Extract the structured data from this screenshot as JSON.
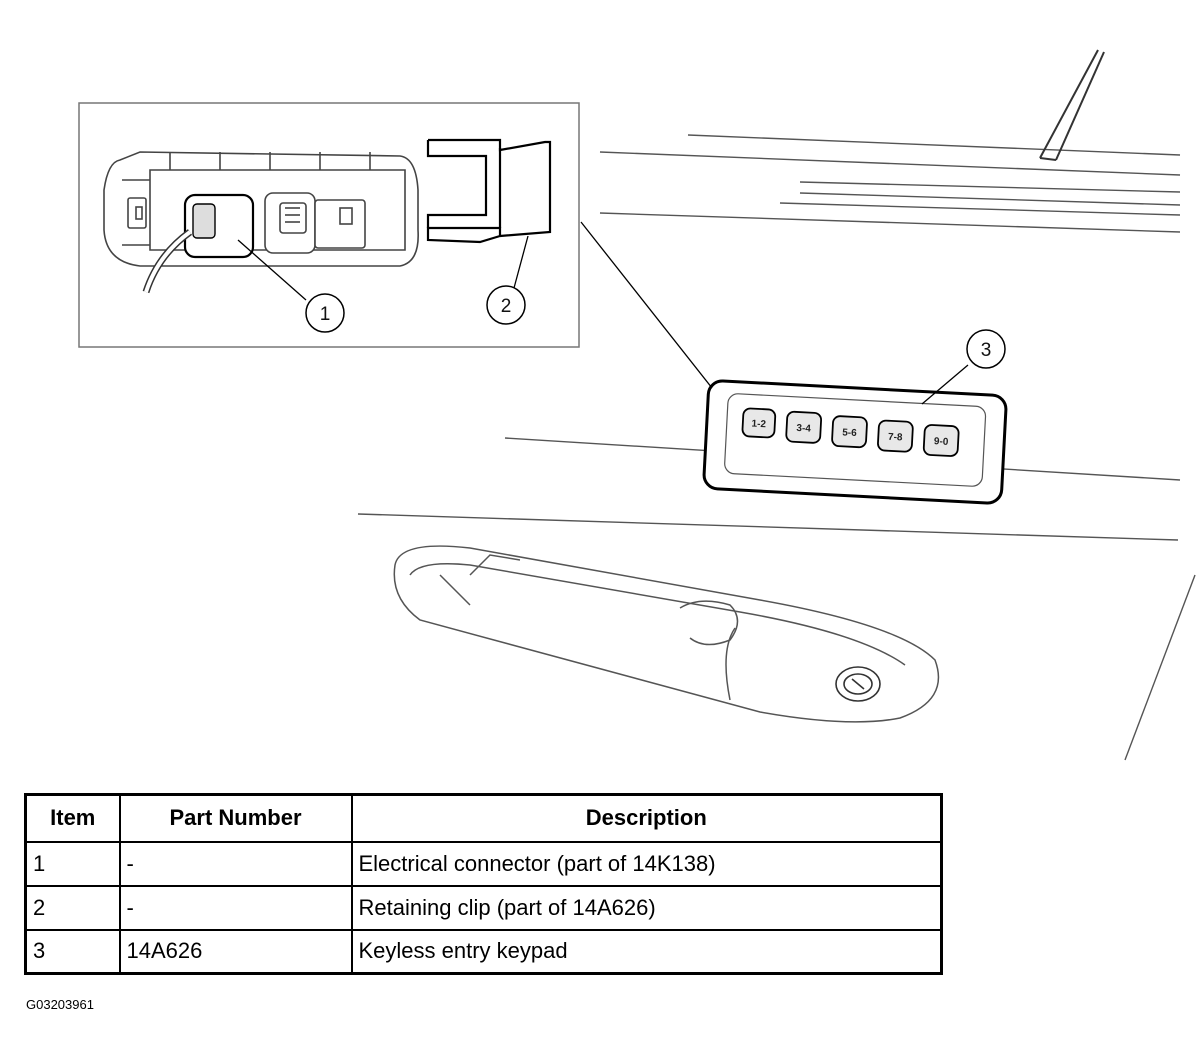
{
  "callouts": [
    "1",
    "2",
    "3"
  ],
  "keypad": {
    "keys": [
      "1-2",
      "3-4",
      "5-6",
      "7-8",
      "9-0"
    ]
  },
  "table": {
    "headers": [
      "Item",
      "Part Number",
      "Description"
    ],
    "rows": [
      [
        "1",
        "-",
        "Electrical connector (part of 14K138)"
      ],
      [
        "2",
        "-",
        "Retaining clip (part of 14A626)"
      ],
      [
        "3",
        "14A626",
        "Keyless entry keypad"
      ]
    ]
  },
  "figure_id": "G03203961"
}
